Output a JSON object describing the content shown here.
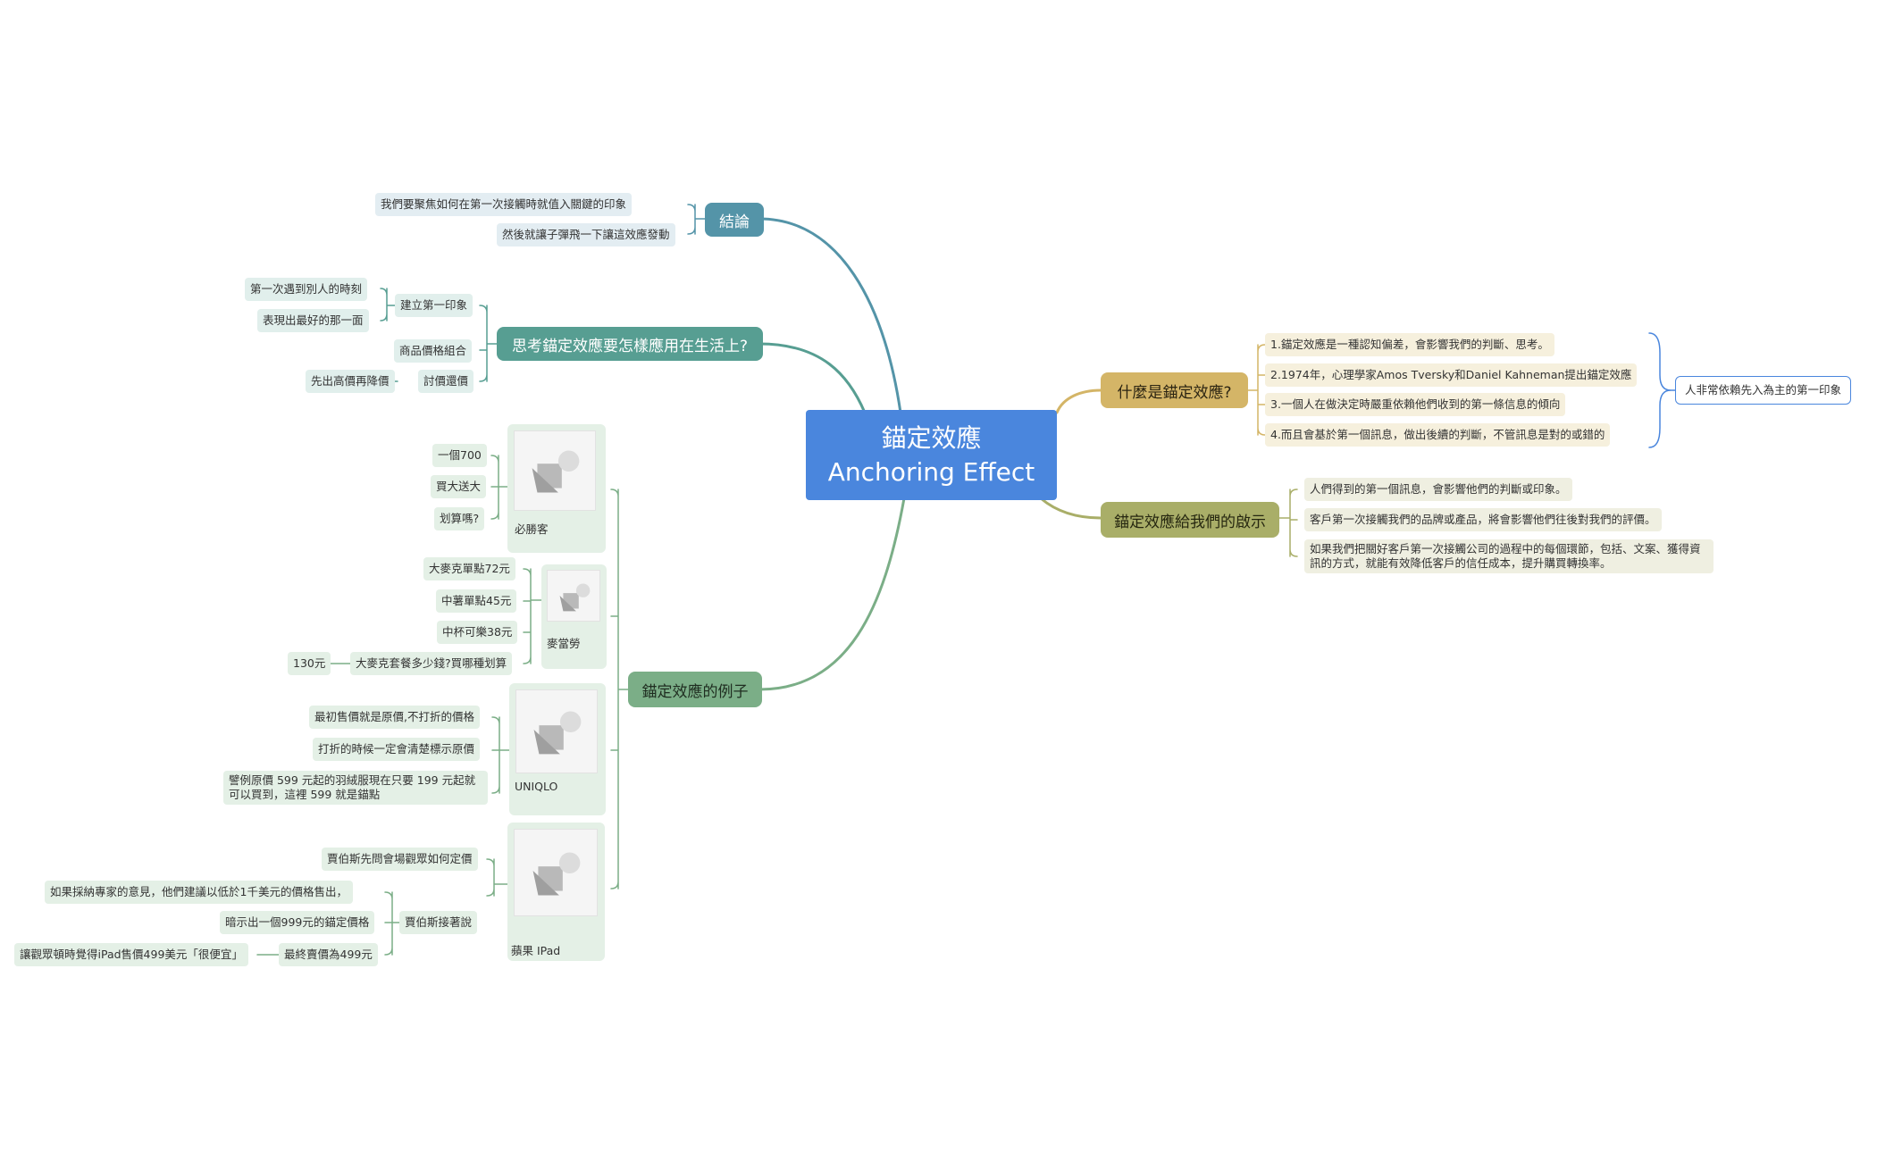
{
  "root": {
    "title_zh": "錨定效應",
    "title_en": "Anchoring Effect"
  },
  "conclusion": {
    "label": "結論",
    "items": [
      "我們要聚焦如何在第一次接觸時就值入關鍵的印象",
      "然後就讓子彈飛一下讓這效應發動"
    ]
  },
  "apply": {
    "label": "思考錨定效應要怎樣應用在生活上?",
    "first_impression": {
      "label": "建立第一印象",
      "items": [
        "第一次遇到別人的時刻",
        "表現出最好的那一面"
      ]
    },
    "combo": "商品價格組合",
    "bargain": {
      "label": "討價還價",
      "item": "先出高價再降價"
    }
  },
  "examples": {
    "label": "錨定效應的例子",
    "pizza": {
      "image_label": "必勝客",
      "items": [
        "一個700",
        "買大送大",
        "划算嗎?"
      ]
    },
    "mcd": {
      "image_label": "麥當勞",
      "items": [
        "大麥克單點72元",
        "中薯單點45元",
        "中杯可樂38元",
        "大麥克套餐多少錢?買哪種划算"
      ],
      "answer": "130元"
    },
    "uniqlo": {
      "image_label": "UNIQLO",
      "items": [
        "最初售價就是原價,不打折的價格",
        "打折的時候一定會清楚標示原價",
        "譬例原價 599 元起的羽絨服現在只要 199 元起就可以買到，這裡 599 就是錨點"
      ]
    },
    "apple": {
      "image_label": "蘋果 IPad",
      "question": "賈伯斯先問會場觀眾如何定價",
      "talk": {
        "label": "賈伯斯接著說",
        "items": [
          "如果採納專家的意見，他們建議以低於1千美元的價格售出，",
          "暗示出一個999元的錨定價格",
          "最終賣價為499元"
        ],
        "result": "讓觀眾頓時覺得iPad售價499美元「很便宜」"
      }
    }
  },
  "what": {
    "label": "什麼是錨定效應?",
    "items": [
      "1.錨定效應是一種認知偏差，會影響我們的判斷、思考。",
      "2.1974年，心理學家Amos Tversky和Daniel Kahneman提出錨定效應",
      "3.一個人在做決定時嚴重依賴他們收到的第一條信息的傾向",
      "4.而且會基於第一個訊息，做出後續的判斷，不管訊息是對的或錯的"
    ],
    "summary": "人非常依賴先入為主的第一印象"
  },
  "insight": {
    "label": "錨定效應給我們的啟示",
    "items": [
      "人們得到的第一個訊息，會影響他們的判斷或印象。",
      "客戶第一次接觸我們的品牌或產品，將會影響他們往後對我們的評價。",
      "如果我們把關好客戶第一次接觸公司的過程中的每個環節，包括、文案、獲得資訊的方式，就能有效降低客戶的信任成本，提升購買轉換率。"
    ]
  },
  "colors": {
    "root": "#4a86dd",
    "conclusion": "#5494a8",
    "apply": "#579e92",
    "examples": "#7bae87",
    "what": "#d4b567",
    "insight": "#a9ae68"
  }
}
